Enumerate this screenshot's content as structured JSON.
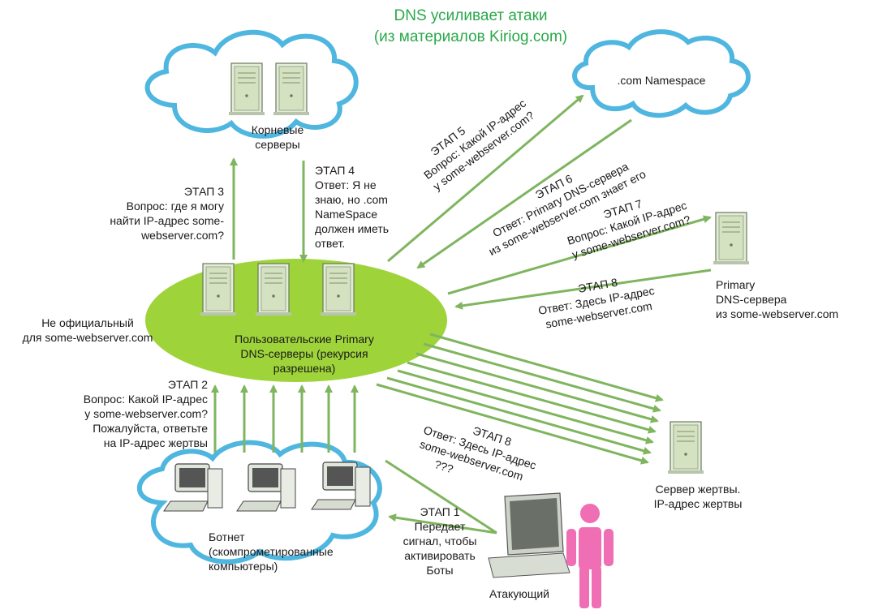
{
  "title": [
    "DNS усиливает атаки",
    "(из материалов Kiriog.com)"
  ],
  "nodes": {
    "root": [
      "Корневые",
      "серверы"
    ],
    "com": ".com Namespace",
    "primary": [
      "Primary",
      "DNS-сервера",
      "из some-webserver.com"
    ],
    "resolver": [
      "Пользовательские Primary",
      "DNS-серверы (рекурсия",
      "разрешена)"
    ],
    "unofficial": [
      "Не официальный",
      "для some-webserver.com"
    ],
    "botnet": [
      "Ботнет",
      "(скомпрометированные",
      "компьютеры)"
    ],
    "victim": [
      "Сервер жертвы.",
      "IP-адрес жертвы"
    ],
    "attacker": "Атакующий"
  },
  "steps": {
    "s1": [
      "ЭТАП 1",
      "Передает",
      "сигнал, чтобы",
      "активировать",
      "Боты"
    ],
    "s2": [
      "ЭТАП 2",
      "Вопрос: Какой IP-адрес",
      "у some-webserver.com?",
      "Пожалуйста, ответьте",
      "на IP-адрес жертвы"
    ],
    "s3": [
      "ЭТАП 3",
      "Вопрос: где я могу",
      "найти IP-адрес some-",
      "webserver.com?"
    ],
    "s4": [
      "ЭТАП 4",
      "Ответ: Я не",
      "знаю, но .com",
      "NameSpace",
      "должен иметь",
      "ответ."
    ],
    "s5": [
      "ЭТАП 5",
      "Вопрос: Какой IP-адрес",
      "у some-webserver.com?"
    ],
    "s6": [
      "ЭТАП 6",
      "Ответ: Primary DNS-сервера",
      "из some-webserver.com знает его"
    ],
    "s7": [
      "ЭТАП 7",
      "Вопрос: Какой IP-адрес",
      "у some-webserver.com?"
    ],
    "s8a": [
      "ЭТАП 8",
      "Ответ: Здесь IP-адрес",
      "some-webserver.com"
    ],
    "s8b": [
      "ЭТАП 8",
      "Ответ: Здесь IP-адрес",
      "some-webserver.com",
      "???"
    ]
  },
  "colors": {
    "arrow": "#7fb55f",
    "cloud_stroke": "#4fb6e0",
    "ellipse": "#9ed43a",
    "title": "#2aa84a",
    "attacker": "#f06fb4"
  }
}
